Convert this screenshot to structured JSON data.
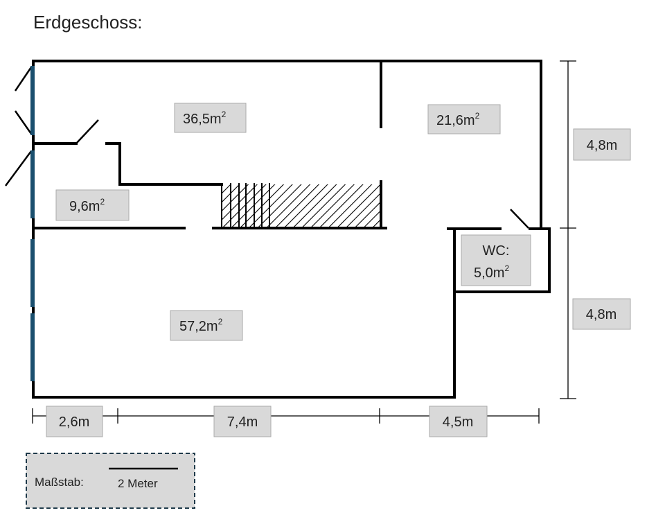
{
  "title": "Erdgeschoss:",
  "rooms": [
    {
      "area": "36,5m",
      "sup": "2"
    },
    {
      "area": "21,6m",
      "sup": "2"
    },
    {
      "area": "9,6m",
      "sup": "2"
    },
    {
      "area": "57,2m",
      "sup": "2"
    },
    {
      "name": "WC:",
      "area": "5,0m",
      "sup": "2"
    }
  ],
  "dimensions": {
    "vertical": [
      "4,8m",
      "4,8m"
    ],
    "horizontal": [
      "2,6m",
      "7,4m",
      "4,5m"
    ]
  },
  "scale": {
    "label": "Maßstab:",
    "value": "2 Meter"
  },
  "colors": {
    "window": "#1a4f6e",
    "label_fill": "#d9d9d9"
  }
}
